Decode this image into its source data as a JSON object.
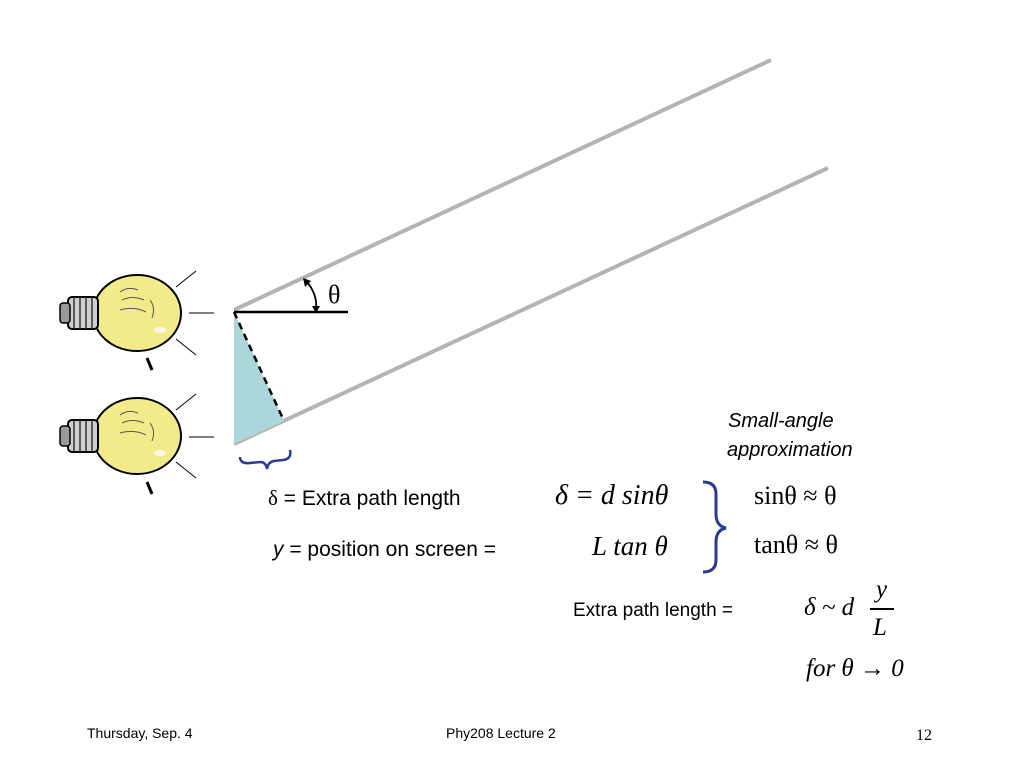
{
  "diagram": {
    "angle_label": "θ"
  },
  "labels": {
    "small_angle_line1": "Small-angle",
    "small_angle_line2": "approximation",
    "delta_symbol": "δ",
    "delta_text": " = Extra path length",
    "y_symbol": "y",
    "y_text": " = position on screen = ",
    "extra_path_text": "Extra path length ="
  },
  "equations": {
    "delta_eq": "δ = d sinθ",
    "l_tan": "L tan θ",
    "sin_approx": "sinθ ≈ θ",
    "tan_approx": "tanθ ≈ θ",
    "delta_tilde": "δ ~ d",
    "frac_num": "y",
    "frac_den": "L",
    "for_limit": "for  θ → 0"
  },
  "footer": {
    "left": "Thursday, Sep. 4",
    "center": "Phy208 Lecture 2",
    "page": "12"
  },
  "colors": {
    "beam": "#b4b4b4",
    "triangle_fill": "#aad6dc",
    "bracket": "#2b3a8f",
    "bulb_glass": "#f3eb8a"
  }
}
